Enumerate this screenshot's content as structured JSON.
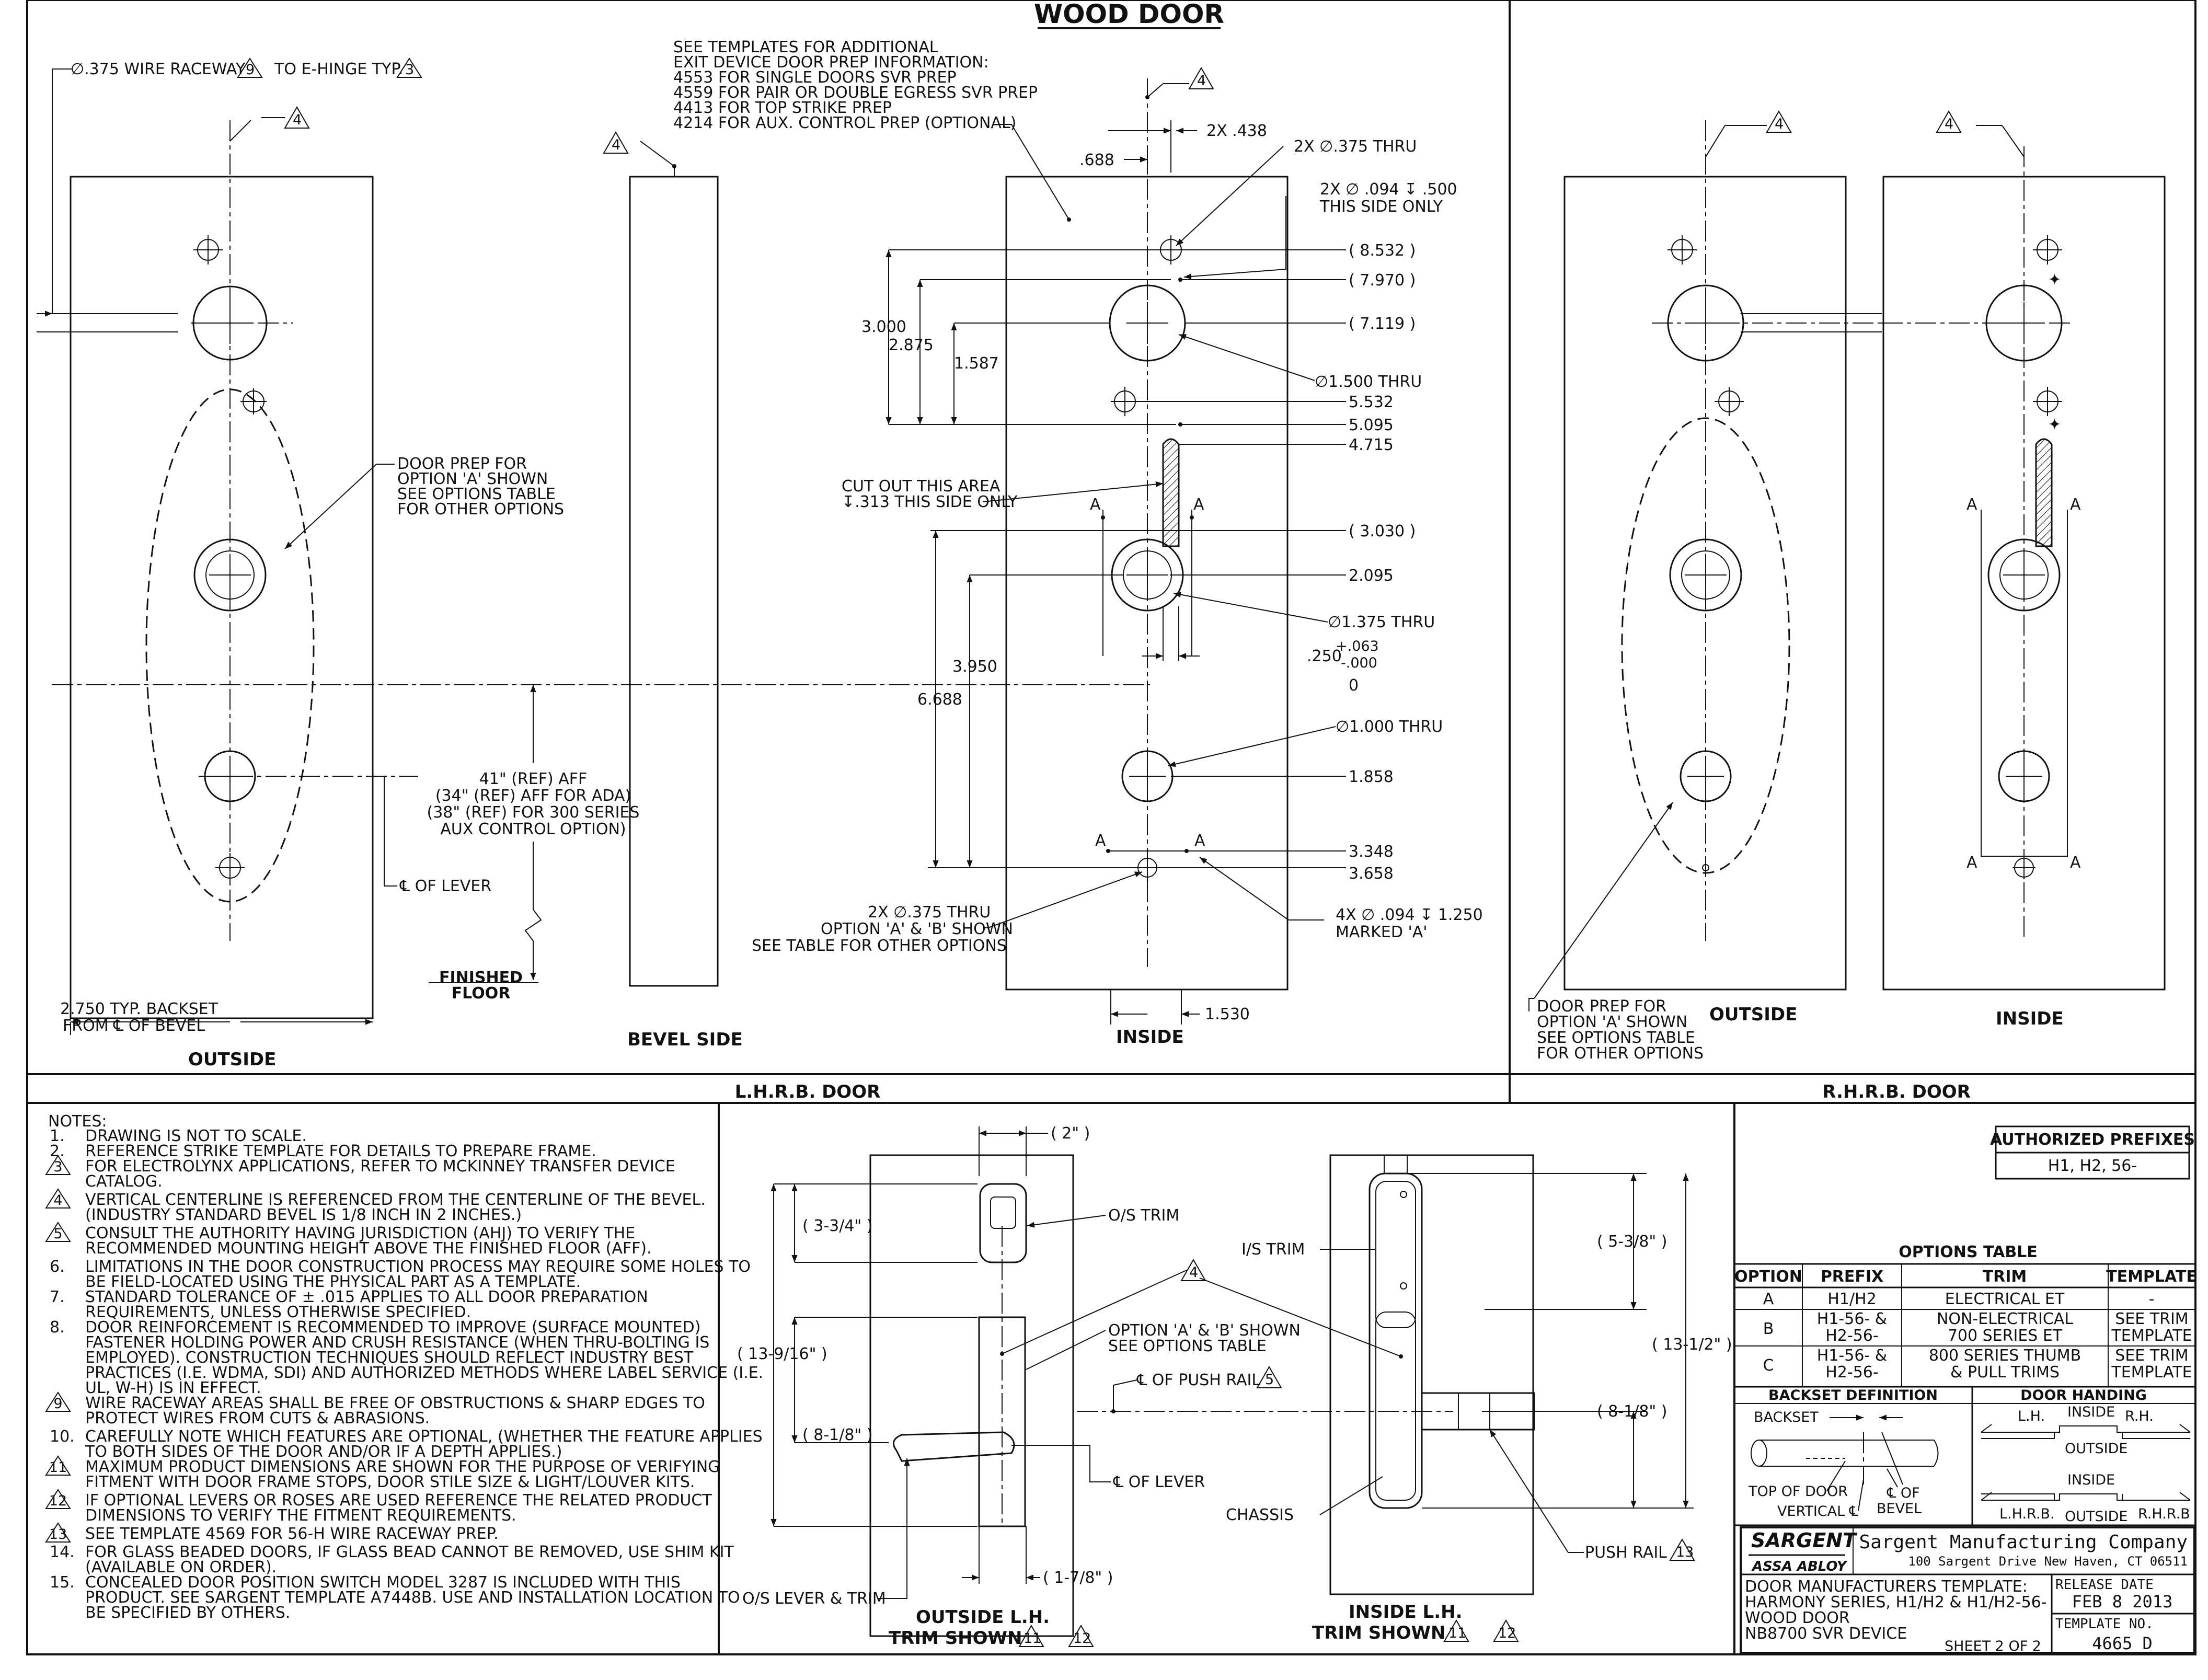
{
  "title": "WOOD DOOR",
  "drawing_top": {
    "wire_raceway_label": "∅.375 WIRE RACEWAY",
    "wire_raceway_note_9": "9",
    "wire_raceway_to": "TO E-HINGE TYP.",
    "wire_raceway_note_3": "3",
    "note_4": "4",
    "templates_note": [
      "SEE TEMPLATES FOR ADDITIONAL",
      "EXIT DEVICE DOOR PREP INFORMATION:",
      "4553 FOR SINGLE DOORS SVR PREP",
      "4559 FOR PAIR OR DOUBLE EGRESS SVR PREP",
      "4413 FOR TOP STRIKE PREP",
      "4214 FOR AUX. CONTROL PREP (OPTIONAL)"
    ],
    "door_prep_note_lh": [
      "DOOR PREP FOR",
      "OPTION 'A' SHOWN",
      "SEE OPTIONS TABLE",
      "FOR OTHER OPTIONS"
    ],
    "height_note": [
      "41\" (REF) AFF",
      "(34\" (REF) AFF FOR ADA)",
      "(38\" (REF) FOR 300 SERIES",
      "AUX CONTROL OPTION)"
    ],
    "cl_of_lever": "℄ OF LEVER",
    "finished_floor": [
      "FINISHED",
      "FLOOR"
    ],
    "backset_note": [
      "2.750 TYP. BACKSET",
      "FROM ℄ OF BEVEL"
    ],
    "view_outside": "OUTSIDE",
    "view_bevel": "BEVEL SIDE",
    "view_inside": "INSIDE",
    "cut_out_note": [
      "CUT OUT THIS AREA",
      "↧.313 THIS SIDE ONLY"
    ],
    "dims_left": [
      "3.000",
      "2.875",
      "1.587",
      "3.950",
      "6.688"
    ],
    "dim_688": ".688",
    "dim_2x438": "2X .438",
    "dim_2x375_thru": "2X ∅.375 THRU",
    "dim_2x094": [
      "2X ∅ .094 ↧ .500",
      "THIS SIDE ONLY"
    ],
    "dims_right": [
      "( 8.532 )",
      "( 7.970 )",
      "( 7.119 )",
      "5.532",
      "5.095",
      "4.715",
      "( 3.030 )",
      "2.095",
      "0",
      "1.858",
      "3.348",
      "3.658"
    ],
    "hole_1500": "∅1.500 THRU",
    "hole_1375": "∅1.375 THRU",
    "tol_250": ".250",
    "tol_plus": "+.063",
    "tol_minus": "-.000",
    "hole_1000": "∅1.000 THRU",
    "marker_a": "A",
    "bottom_holes_note": [
      "2X ∅.375 THRU",
      "OPTION 'A' & 'B' SHOWN",
      "SEE TABLE FOR OTHER OPTIONS"
    ],
    "marked_a_note": [
      "4X ∅ .094 ↧ 1.250",
      "MARKED 'A'"
    ],
    "dim_1530": "1.530",
    "door_prep_note_rh": [
      "DOOR PREP FOR",
      "OPTION 'A' SHOWN",
      "SEE OPTIONS TABLE",
      "FOR OTHER OPTIONS"
    ],
    "section_lhrb": "L.H.R.B. DOOR",
    "section_rhrb": "R.H.R.B. DOOR"
  },
  "notes": {
    "heading": "NOTES:",
    "items": [
      {
        "num": "1.",
        "tri": false,
        "lines": [
          "DRAWING IS NOT TO SCALE."
        ]
      },
      {
        "num": "2.",
        "tri": false,
        "lines": [
          "REFERENCE STRIKE TEMPLATE FOR DETAILS TO PREPARE FRAME."
        ]
      },
      {
        "num": "3",
        "tri": true,
        "lines": [
          "FOR ELECTROLYNX APPLICATIONS, REFER TO MCKINNEY TRANSFER DEVICE",
          "CATALOG."
        ]
      },
      {
        "num": "4",
        "tri": true,
        "lines": [
          "VERTICAL CENTERLINE IS REFERENCED FROM THE CENTERLINE OF THE BEVEL.",
          "(INDUSTRY STANDARD BEVEL IS 1/8 INCH IN 2 INCHES.)"
        ]
      },
      {
        "num": "5",
        "tri": true,
        "lines": [
          "CONSULT THE AUTHORITY HAVING JURISDICTION (AHJ) TO VERIFY THE",
          "RECOMMENDED MOUNTING HEIGHT ABOVE THE FINISHED FLOOR (AFF)."
        ]
      },
      {
        "num": "6.",
        "tri": false,
        "lines": [
          "LIMITATIONS IN THE DOOR CONSTRUCTION PROCESS MAY REQUIRE SOME HOLES TO",
          "BE FIELD-LOCATED USING THE PHYSICAL PART AS A TEMPLATE."
        ]
      },
      {
        "num": "7.",
        "tri": false,
        "lines": [
          "STANDARD TOLERANCE OF ± .015 APPLIES TO ALL DOOR PREPARATION",
          "REQUIREMENTS, UNLESS OTHERWISE SPECIFIED."
        ]
      },
      {
        "num": "8.",
        "tri": false,
        "lines": [
          "DOOR REINFORCEMENT IS RECOMMENDED TO IMPROVE (SURFACE MOUNTED)",
          "FASTENER HOLDING POWER AND CRUSH RESISTANCE (WHEN THRU-BOLTING IS",
          "EMPLOYED). CONSTRUCTION TECHNIQUES SHOULD REFLECT INDUSTRY BEST",
          "PRACTICES (I.E. WDMA, SDI) AND AUTHORIZED METHODS WHERE LABEL SERVICE (I.E.",
          "UL, W-H) IS IN EFFECT."
        ]
      },
      {
        "num": "9",
        "tri": true,
        "lines": [
          "WIRE RACEWAY AREAS SHALL BE FREE OF OBSTRUCTIONS & SHARP EDGES TO",
          "PROTECT WIRES FROM CUTS & ABRASIONS."
        ]
      },
      {
        "num": "10.",
        "tri": false,
        "lines": [
          "CAREFULLY NOTE WHICH FEATURES ARE OPTIONAL, (WHETHER THE FEATURE APPLIES",
          "TO BOTH SIDES OF THE DOOR AND/OR IF A DEPTH APPLIES.)"
        ]
      },
      {
        "num": "11",
        "tri": true,
        "lines": [
          "MAXIMUM PRODUCT DIMENSIONS ARE SHOWN FOR THE PURPOSE OF VERIFYING",
          "FITMENT WITH DOOR FRAME STOPS, DOOR STILE SIZE & LIGHT/LOUVER KITS."
        ]
      },
      {
        "num": "12",
        "tri": true,
        "lines": [
          "IF OPTIONAL LEVERS OR ROSES ARE USED REFERENCE THE RELATED PRODUCT",
          "DIMENSIONS TO VERIFY THE FITMENT REQUIREMENTS."
        ]
      },
      {
        "num": "13",
        "tri": true,
        "lines": [
          "SEE TEMPLATE 4569 FOR 56-H WIRE RACEWAY PREP."
        ]
      },
      {
        "num": "14.",
        "tri": false,
        "lines": [
          "FOR GLASS BEADED DOORS, IF GLASS BEAD CANNOT BE REMOVED, USE SHIM KIT",
          "(AVAILABLE ON ORDER)."
        ]
      },
      {
        "num": "15.",
        "tri": false,
        "lines": [
          "CONCEALED DOOR POSITION SWITCH MODEL 3287 IS INCLUDED WITH THIS",
          "PRODUCT.  SEE SARGENT TEMPLATE A7448B.  USE AND INSTALLATION LOCATION TO",
          "BE SPECIFIED BY OTHERS."
        ]
      }
    ]
  },
  "trim_views": {
    "dim_2in": "( 2\" )",
    "dim_3_3_4": "( 3-3/4\" )",
    "dim_13_9_16": "( 13-9/16\" )",
    "dim_8_1_8": "( 8-1/8\" )",
    "dim_1_7_8": "( 1-7/8\" )",
    "os_trim": "O/S TRIM",
    "option_ab": [
      "OPTION 'A' & 'B' SHOWN",
      "SEE OPTIONS TABLE"
    ],
    "cl_push_rail": "℄ OF PUSH RAIL",
    "cl_push_rail_note": "5",
    "cl_of_lever": "℄ OF LEVER",
    "os_lever_trim": "O/S LEVER & TRIM",
    "outside_lh": [
      "OUTSIDE L.H.",
      "TRIM SHOWN"
    ],
    "note_11": "11",
    "note_12": "12",
    "is_trim": "I/S TRIM",
    "chassis": "CHASSIS",
    "dim_5_3_8": "( 5-3/8\" )",
    "dim_13_1_2": "( 13-1/2\" )",
    "dim_8_1_8_r": "( 8-1/8\" )",
    "push_rail": "PUSH RAIL",
    "push_rail_note": "13",
    "inside_lh": [
      "INSIDE L.H.",
      "TRIM SHOWN"
    ]
  },
  "prefixes": {
    "title": "AUTHORIZED PREFIXES",
    "value": "H1, H2, 56-"
  },
  "options_table": {
    "title": "OPTIONS TABLE",
    "headers": [
      "OPTION",
      "PREFIX",
      "TRIM",
      "TEMPLATE"
    ],
    "rows": [
      [
        "A",
        "H1/H2",
        "ELECTRICAL ET",
        "-"
      ],
      [
        "B",
        "H1-56- & H2-56-",
        "NON-ELECTRICAL 700 SERIES ET",
        "SEE TRIM TEMPLATE"
      ],
      [
        "C",
        "H1-56- & H2-56-",
        "800 SERIES THUMB & PULL TRIMS",
        "SEE TRIM TEMPLATE"
      ]
    ]
  },
  "backset_def": {
    "title": "BACKSET DEFINITION",
    "backset": "BACKSET",
    "top_of_door": "TOP OF DOOR",
    "vertical_cl": "VERTICAL ℄",
    "cl_of_bevel": [
      "℄ OF",
      "BEVEL"
    ]
  },
  "door_handing": {
    "title": "DOOR HANDING",
    "lh": "L.H.",
    "rh": "R.H.",
    "inside": "INSIDE",
    "outside": "OUTSIDE",
    "lhrb": "L.H.R.B.",
    "rhrb": "R.H.R.B"
  },
  "title_block": {
    "brand": "SARGENT",
    "parent": "ASSA ABLOY",
    "company": "Sargent Manufacturing Company",
    "address": "100 Sargent Drive New Haven, CT 06511",
    "desc": [
      "DOOR MANUFACTURERS TEMPLATE:",
      "HARMONY SERIES, H1/H2 & H1/H2-56-",
      "WOOD DOOR",
      "NB8700 SVR DEVICE"
    ],
    "sheet": "SHEET 2 OF 2",
    "release_label": "RELEASE DATE",
    "release_date": "FEB 8 2013",
    "template_label": "TEMPLATE NO.",
    "template_no": "4665 D"
  }
}
